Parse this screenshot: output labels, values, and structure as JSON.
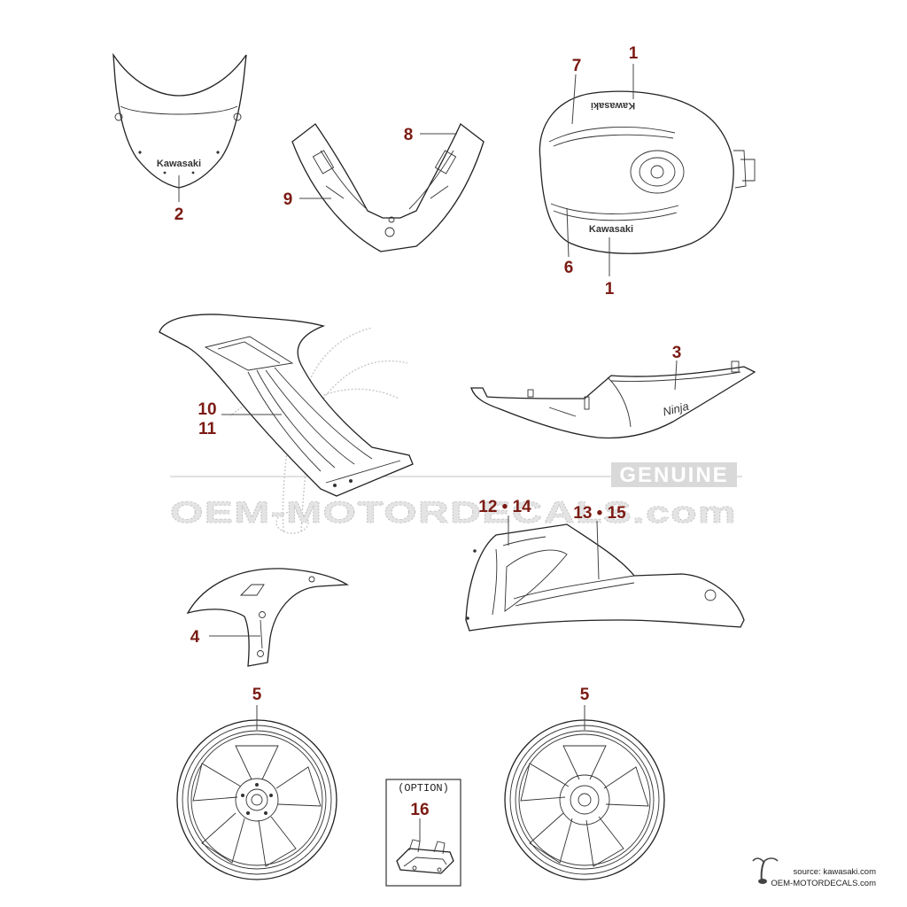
{
  "diagram": {
    "callouts": [
      {
        "id": "c1a",
        "label": "1"
      },
      {
        "id": "c1b",
        "label": "1"
      },
      {
        "id": "c2",
        "label": "2"
      },
      {
        "id": "c3",
        "label": "3"
      },
      {
        "id": "c4",
        "label": "4"
      },
      {
        "id": "c5a",
        "label": "5"
      },
      {
        "id": "c5b",
        "label": "5"
      },
      {
        "id": "c6",
        "label": "6"
      },
      {
        "id": "c7",
        "label": "7"
      },
      {
        "id": "c8",
        "label": "8"
      },
      {
        "id": "c9",
        "label": "9"
      },
      {
        "id": "c10",
        "label": "10"
      },
      {
        "id": "c11",
        "label": "11"
      },
      {
        "id": "c1214",
        "label": "12 • 14"
      },
      {
        "id": "c1315",
        "label": "13 • 15"
      },
      {
        "id": "c16",
        "label": "16"
      }
    ],
    "option_label": "(OPTION)",
    "part_logos": {
      "windshield": "Kawasaki",
      "tank_top": "Kawasaki",
      "tank_bottom": "Kawasaki",
      "tail": "Ninja"
    }
  },
  "watermark": {
    "main": "OEM-MOTORDECALS.com",
    "badge": "GENUINE"
  },
  "footer": {
    "source": "source: kawasaki.com",
    "site": "OEM-MOTORDECALS.com"
  }
}
